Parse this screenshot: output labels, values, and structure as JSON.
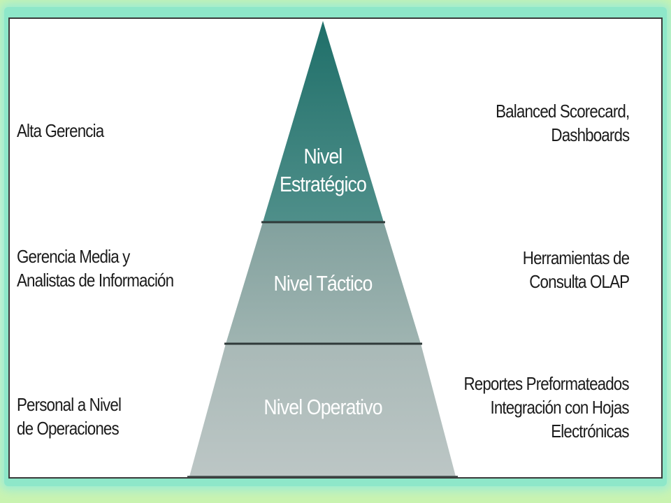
{
  "pyramid": {
    "top": "Nivel Estratégico",
    "top_lines": [
      "Nivel",
      "Estratégico"
    ],
    "middle": "Nivel Táctico",
    "bottom": "Nivel Operativo"
  },
  "left_labels": {
    "top": [
      "Alta Gerencia"
    ],
    "middle": [
      "Gerencia Media y",
      "Analistas de Información"
    ],
    "bottom": [
      "Personal a Nivel",
      "de Operaciones"
    ]
  },
  "right_labels": {
    "top": [
      "Balanced Scorecard,",
      "Dashboards"
    ],
    "middle": [
      "Herramientas de",
      "Consulta OLAP"
    ],
    "bottom": [
      "Reportes Preformateados",
      "Integración con Hojas",
      "Electrónicas"
    ]
  },
  "colors": {
    "top_level": "#2e7f78",
    "middle_level": "#8fa9a6",
    "bottom_level": "#b7c3c1",
    "background_glow": "#8ee7c9"
  }
}
